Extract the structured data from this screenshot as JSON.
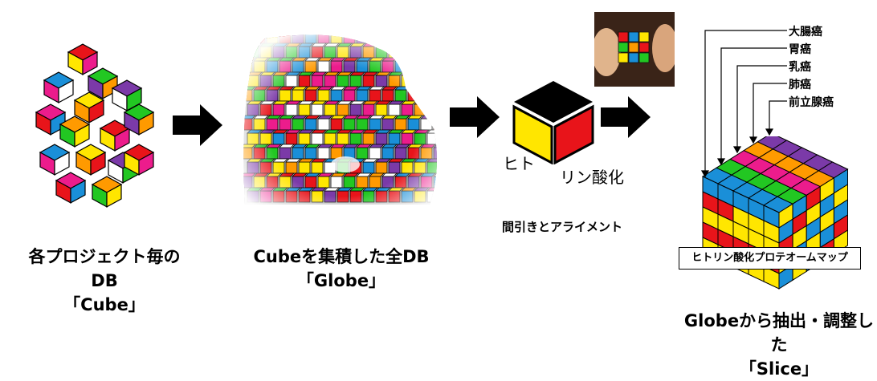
{
  "cube_caption": {
    "line1": "各プロジェクト毎のDB",
    "line2": "「Cube」"
  },
  "globe_caption": {
    "line1": "Cubeを集積した全DB",
    "line2": "「Globe」"
  },
  "alignment": {
    "face_left": "ヒト",
    "face_right": "リン酸化",
    "caption": "間引きとアライメント"
  },
  "slice_caption": {
    "line1": "Globeから抽出・調整した",
    "line2": "「Slice」"
  },
  "slice_banner": "ヒトリン酸化プロテオームマップ",
  "cancer_labels": [
    "大腸癌",
    "胃癌",
    "乳癌",
    "肺癌",
    "前立腺癌"
  ],
  "colors": {
    "red": "#e8141a",
    "green": "#22c722",
    "blue": "#1a8fd8",
    "yellow": "#ffe600",
    "purple": "#7b3aa8",
    "magenta": "#ec1c8c",
    "orange": "#ff9a00",
    "white": "#ffffff",
    "black": "#000000"
  },
  "icons": [
    "arrow-right-icon",
    "cube-icon",
    "rubiks-photo"
  ]
}
